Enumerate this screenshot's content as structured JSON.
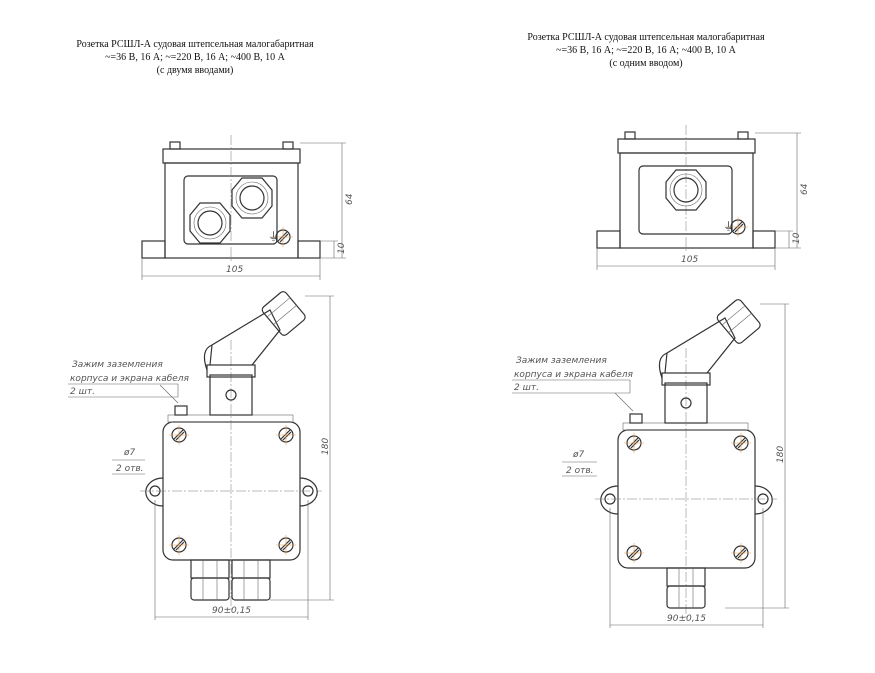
{
  "left": {
    "title": [
      "Розетка РСШЛ-А судовая штепсельная малогабаритная",
      "~=36 В, 16 А; ~=220 В, 16 А;   ~400 В, 10 А",
      "(с двумя вводами)"
    ],
    "dims": {
      "width": "105",
      "height": "64",
      "foot": "10",
      "total": "180",
      "hole_spacing": "90±0,15"
    },
    "note_ground": [
      "Зажим заземления",
      "корпуса и экрана кабеля",
      "2 шт."
    ],
    "note_hole": [
      "ø7",
      "2 отв."
    ]
  },
  "right": {
    "title": [
      "Розетка РСШЛ-А судовая штепсельная малогабаритная",
      "~=36 В, 16 А; ~=220 В, 16 А;  ~400 В, 10 А",
      "(с одним вводом)"
    ],
    "dims": {
      "width": "105",
      "height": "64",
      "foot": "10",
      "total": "180",
      "hole_spacing": "90±0,15"
    },
    "note_ground": [
      "Зажим заземления",
      "корпуса и экрана кабеля",
      "2 шт."
    ],
    "note_hole": [
      "ø7",
      "2 отв."
    ]
  }
}
